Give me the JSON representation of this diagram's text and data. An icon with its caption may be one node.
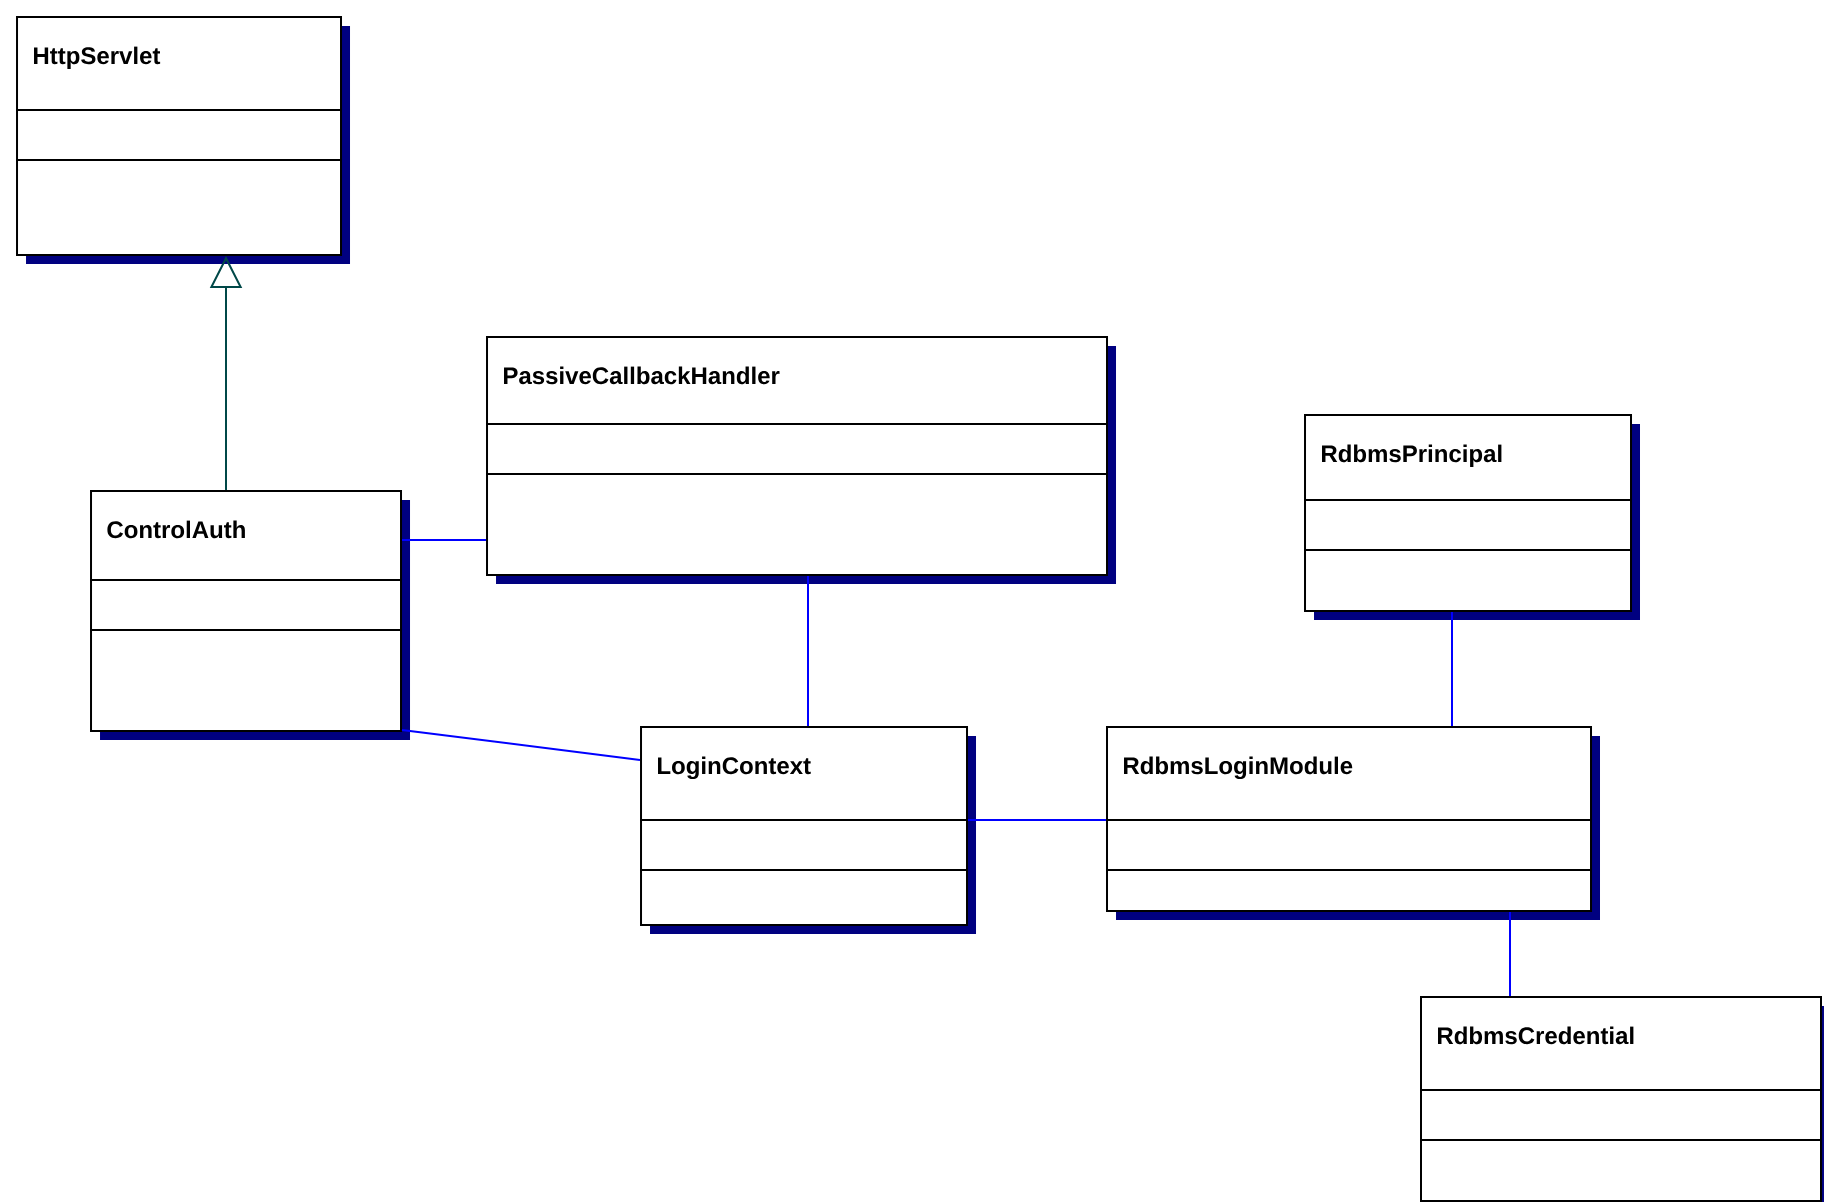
{
  "diagram": {
    "nodes": [
      {
        "text": [
          "HttpServlet"
        ]
      },
      {
        "text": [
          "PassiveCallbackHandler"
        ]
      },
      {
        "text": [
          "RdbmsPrincipal"
        ]
      },
      {
        "text": [
          "ControlAuth"
        ]
      },
      {
        "text": [
          "LoginContext"
        ]
      },
      {
        "text": [
          "RdbmsLoginModule"
        ]
      },
      {
        "text": [
          "RdbmsCredential"
        ]
      }
    ],
    "edges": [
      {
        "from": 3,
        "to": 0,
        "arrow": "to",
        "color": "#004848"
      },
      {
        "from": 3,
        "to": 1,
        "arrow": "none"
      },
      {
        "from": 1,
        "to": 4,
        "arrow": "none"
      },
      {
        "from": 3,
        "to": 4,
        "arrow": "none"
      },
      {
        "from": 4,
        "to": 5,
        "arrow": "none"
      },
      {
        "from": 2,
        "to": 5,
        "arrow": "none"
      },
      {
        "from": 5,
        "to": 6,
        "arrow": "none"
      }
    ]
  }
}
